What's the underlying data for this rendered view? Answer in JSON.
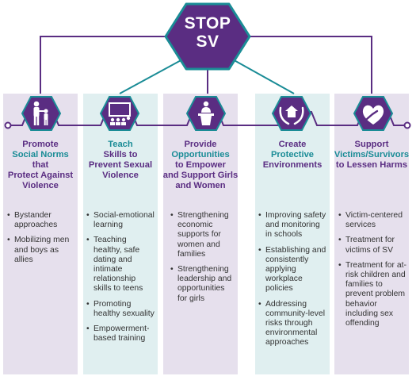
{
  "header": {
    "line1": "STOP",
    "line2": "SV"
  },
  "colors": {
    "purple": "#5a2d82",
    "teal": "#1a8c96",
    "lavender_bg": "#e6e0ed",
    "mint_bg": "#e0eff0"
  },
  "columns": [
    {
      "icon": "family-icon",
      "title": {
        "l1": "Promote",
        "l2_hl": "Social Norms",
        "l2": " that",
        "l3": "Protect Against",
        "l4": "Violence"
      },
      "bullets": [
        "Bystander approaches",
        "Mobilizing men and boys as allies"
      ]
    },
    {
      "icon": "classroom-teaching-icon",
      "title": {
        "l1_hl": "Teach",
        "l2": "Skills to",
        "l3": "Prevent Sexual",
        "l4": "Violence"
      },
      "bullets": [
        "Social-emotional learning",
        "Teaching healthy, safe dating and intimate relationship skills to teens",
        "Promoting healthy sexuality",
        "Empowerment-based training"
      ]
    },
    {
      "icon": "podium-speaker-icon",
      "title": {
        "l1": "Provide ",
        "l1_hl": "Opportunities",
        "l2": "to Empower",
        "l3": "and Support Girls",
        "l4": "and Women"
      },
      "bullets": [
        "Strengthening economic supports for women and families",
        "Strengthening leadership and opportunities for girls"
      ]
    },
    {
      "icon": "protective-hands-icon",
      "title": {
        "l1": "Create",
        "l2_hl": "Protective",
        "l3": "Environments"
      },
      "bullets": [
        "Improving safety and monitoring in schools",
        "Establishing and consistently applying workplace policies",
        "Addressing community-level risks through environmental approaches"
      ]
    },
    {
      "icon": "heart-hand-icon",
      "title": {
        "l1": "Support",
        "l2_hl": "Victims/Survivors",
        "l3": "to Lessen Harms"
      },
      "bullets": [
        "Victim-centered services",
        "Treatment for victims of SV",
        "Treatment for at-risk children and families to prevent problem behavior including sex offending"
      ]
    }
  ]
}
